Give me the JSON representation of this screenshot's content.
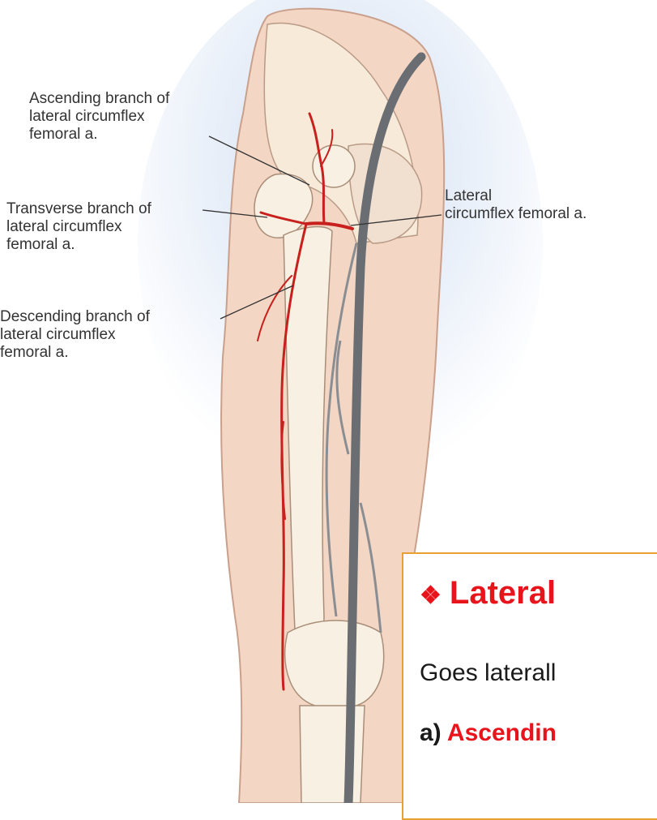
{
  "labels": {
    "ascending": [
      "Ascending branch of",
      "lateral circumflex",
      "femoral a."
    ],
    "transverse": [
      "Transverse branch of",
      "lateral circumflex",
      "femoral a."
    ],
    "descending": [
      "Descending branch of",
      "lateral circumflex",
      "femoral a."
    ],
    "lateral": [
      "Lateral",
      "circumflex femoral a."
    ]
  },
  "info_box": {
    "bullet": "❖",
    "heading": "Lateral",
    "line1": "Goes laterall",
    "sub_prefix": "a) ",
    "sub_term": "Ascendin"
  },
  "colors": {
    "artery": "#c8201c",
    "vein": "#6a6e72",
    "skin": "#f4d6c4",
    "bone": "#f8f0e2",
    "accent_red": "#e8141c",
    "box_border": "#e8a030"
  }
}
